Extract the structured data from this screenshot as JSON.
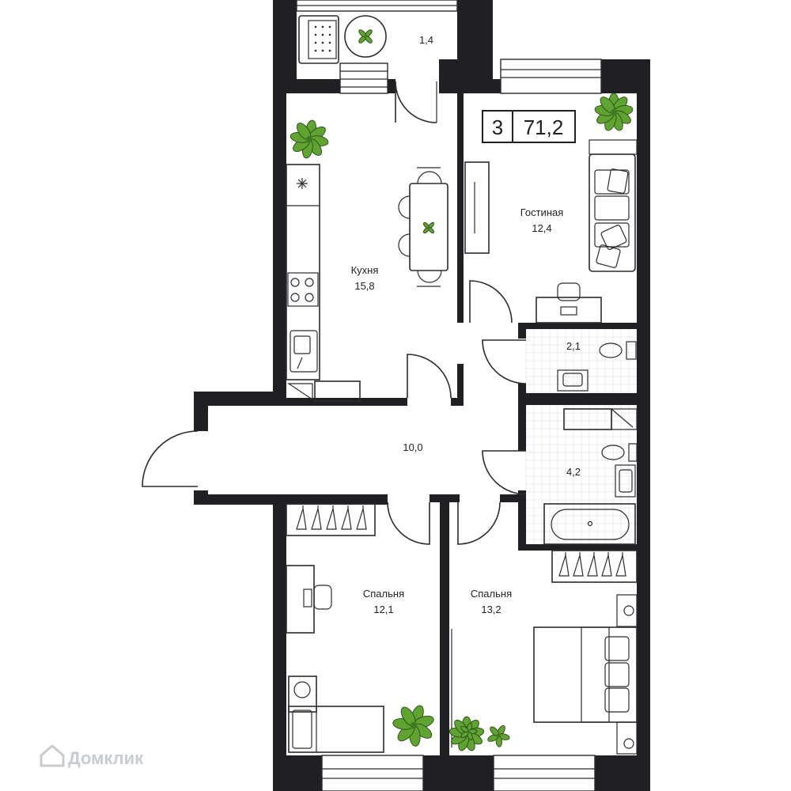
{
  "summary": {
    "rooms_count": "3",
    "total_area": "71,2"
  },
  "rooms": {
    "balcony": {
      "area": "1,4"
    },
    "kitchen": {
      "name": "Кухня",
      "area": "15,8"
    },
    "living": {
      "name": "Гостиная",
      "area": "12,4"
    },
    "wc": {
      "area": "2,1"
    },
    "hall": {
      "area": "10,0"
    },
    "bathroom": {
      "area": "4,2"
    },
    "bedroom1": {
      "name": "Спальня",
      "area": "12,1"
    },
    "bedroom2": {
      "name": "Спальня",
      "area": "13,2"
    }
  },
  "watermark": {
    "text": "Домклик"
  }
}
